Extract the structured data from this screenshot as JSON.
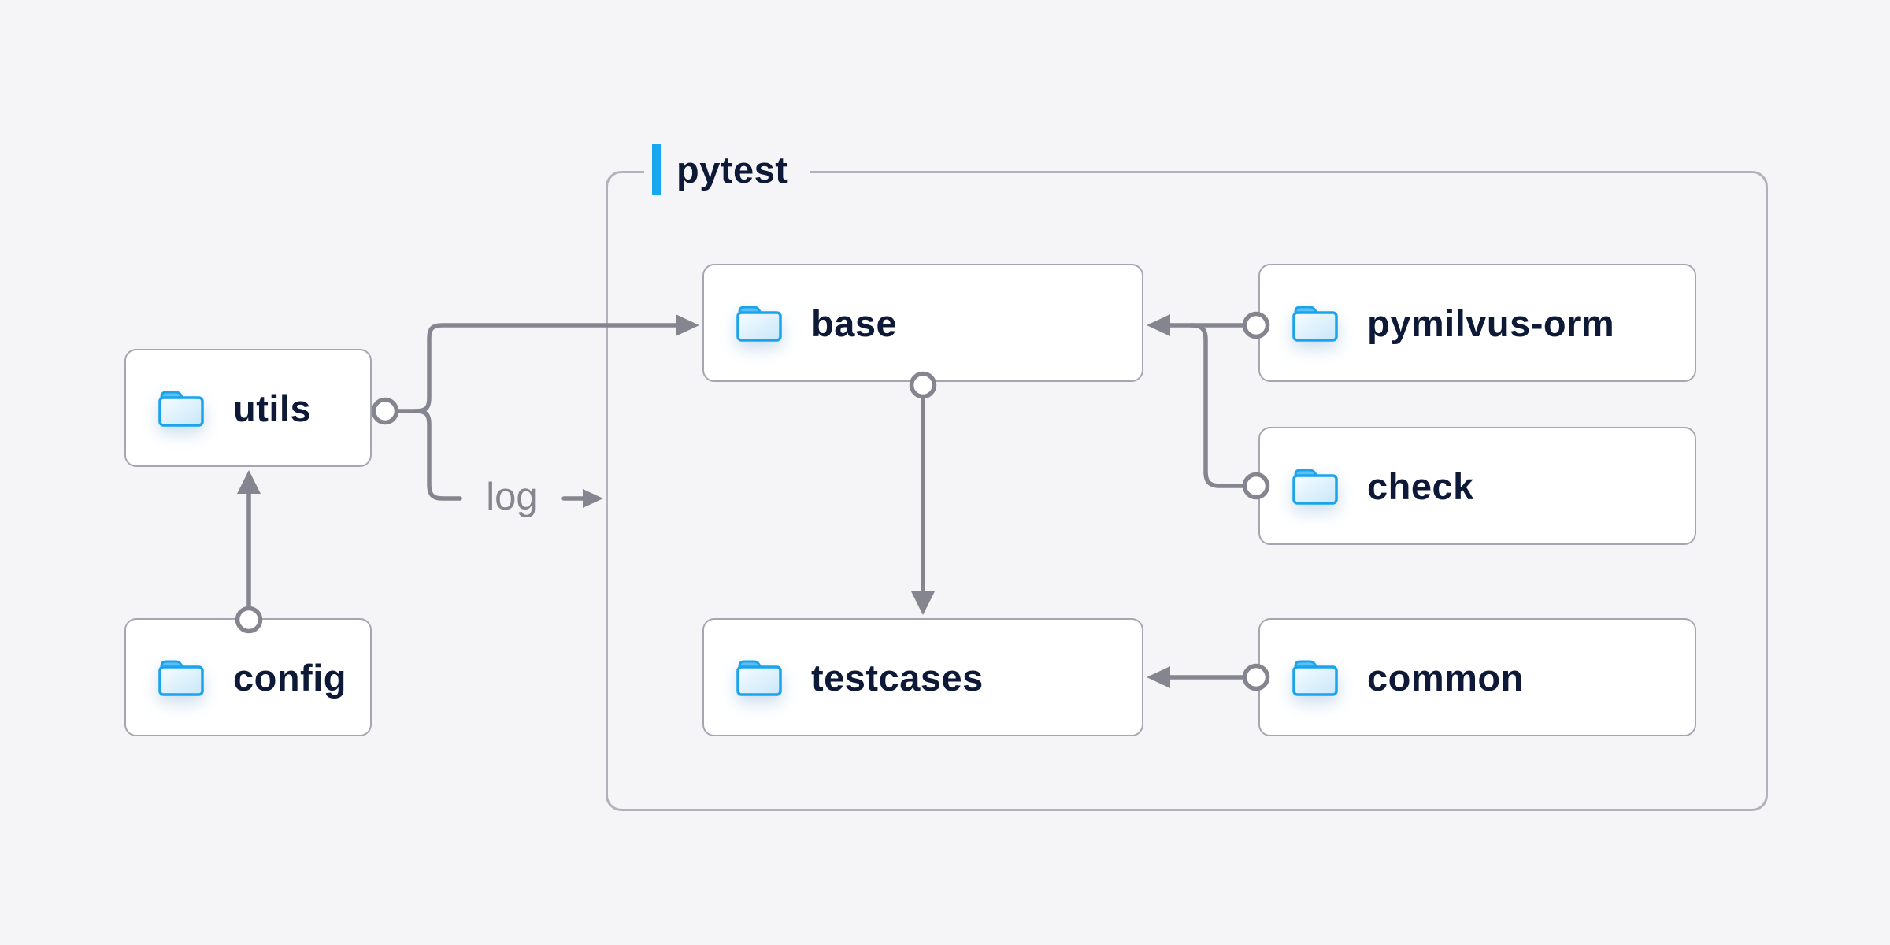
{
  "diagram": {
    "group": {
      "label": "pytest"
    },
    "nodes": {
      "utils": {
        "label": "utils",
        "icon": "folder-icon"
      },
      "config": {
        "label": "config",
        "icon": "folder-icon"
      },
      "base": {
        "label": "base",
        "icon": "folder-icon"
      },
      "pymilvus_orm": {
        "label": "pymilvus-orm",
        "icon": "folder-icon"
      },
      "check": {
        "label": "check",
        "icon": "folder-icon"
      },
      "testcases": {
        "label": "testcases",
        "icon": "folder-icon"
      },
      "common": {
        "label": "common",
        "icon": "folder-icon"
      }
    },
    "edge_labels": {
      "log": "log"
    },
    "edges": [
      {
        "from": "config",
        "to": "utils"
      },
      {
        "from": "utils",
        "to": "base"
      },
      {
        "from": "utils",
        "to": "pytest-group",
        "label": "log"
      },
      {
        "from": "pymilvus-orm",
        "to": "base"
      },
      {
        "from": "check",
        "to": "base"
      },
      {
        "from": "base",
        "to": "testcases"
      },
      {
        "from": "common",
        "to": "testcases"
      }
    ],
    "colors": {
      "background": "#f5f5f7",
      "node_fill": "#ffffff",
      "node_border": "#a6a6b2",
      "group_border": "#b2b2bd",
      "connector": "#85858f",
      "node_text": "#0d1936",
      "edge_label_text": "#85858f",
      "accent_blue": "#18a8f0",
      "folder_outline": "#1ba4ec",
      "folder_tab": "#5cc0f4"
    }
  }
}
